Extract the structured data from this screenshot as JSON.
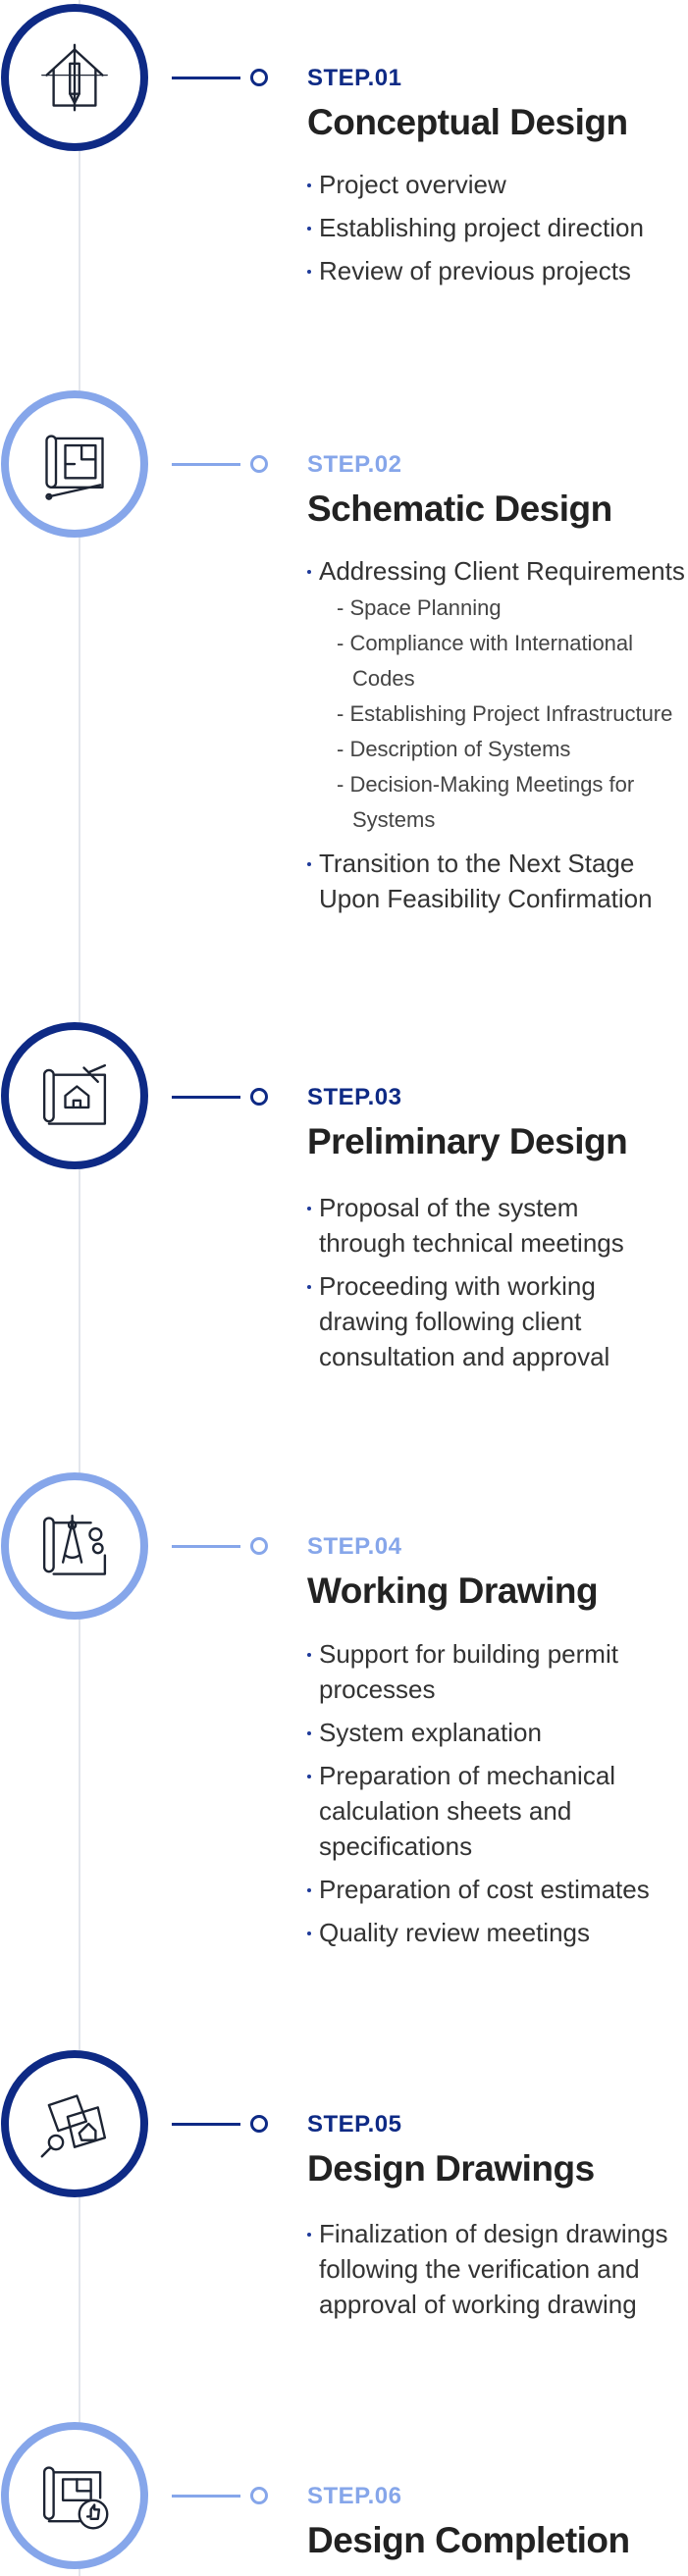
{
  "colors": {
    "dark": "#0e2a85",
    "light": "#86a6ea",
    "text": "#2b2b2b",
    "line": "#e3e6ec"
  },
  "steps": [
    {
      "number": "STEP.01",
      "title": "Conceptual Design",
      "icon": "house-pencil-icon",
      "tone": "dark",
      "bullets": [
        "Project overview",
        "Establishing project direction",
        "Review of previous projects"
      ]
    },
    {
      "number": "STEP.02",
      "title": "Schematic Design",
      "icon": "floor-plan-icon",
      "tone": "light",
      "bullets": [
        {
          "text": "Addressing Client Requirements",
          "sub": [
            "- Space Planning",
            "- Compliance with International Codes",
            "- Establishing Project Infrastructure",
            "- Description of Systems",
            "- Decision-Making Meetings for Systems"
          ]
        },
        "Transition to the Next Stage Upon Feasibility Confirmation"
      ]
    },
    {
      "number": "STEP.03",
      "title": "Preliminary Design",
      "icon": "blueprint-house-icon",
      "tone": "dark",
      "bullets": [
        "Proposal of the system through technical meetings",
        "Proceeding with working drawing following client consultation and approval"
      ]
    },
    {
      "number": "STEP.04",
      "title": "Working Drawing",
      "icon": "compass-gears-icon",
      "tone": "light",
      "bullets": [
        "Support for building permit processes",
        "System explanation",
        "Preparation of mechanical calculation sheets and specifications",
        "Preparation of cost estimates",
        "Quality review meetings"
      ]
    },
    {
      "number": "STEP.05",
      "title": "Design Drawings",
      "icon": "drawings-magnifier-icon",
      "tone": "dark",
      "bullets": [
        "Finalization of design drawings following the verification and approval of working drawing"
      ]
    },
    {
      "number": "STEP.06",
      "title": "Design Completion",
      "icon": "plan-thumbs-up-icon",
      "tone": "light",
      "bullets": []
    }
  ]
}
